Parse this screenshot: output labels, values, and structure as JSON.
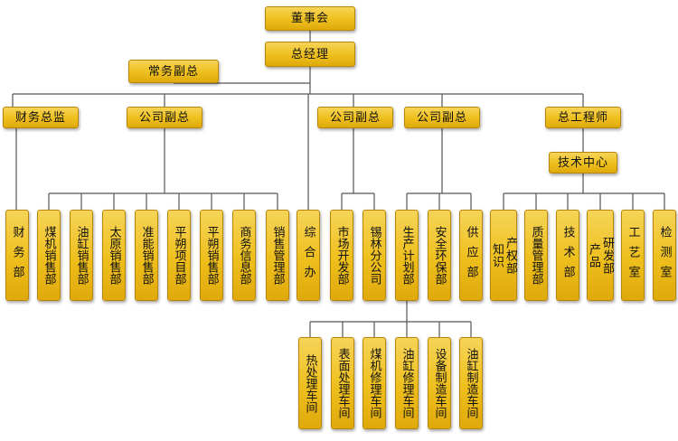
{
  "top": {
    "board": "董事会",
    "gm": "总经理",
    "exec_vp": "常务副总"
  },
  "level2": {
    "cfo": "财务总监",
    "vp1": "公司副总",
    "vp2": "公司副总",
    "vp3": "公司副总",
    "chief_engineer": "总工程师",
    "tech_center": "技术中心"
  },
  "departments": {
    "finance": "财务部",
    "coal_sales": "煤机销售部",
    "cylinder_sales": "油缸销售部",
    "taiyuan_sales": "太原销售部",
    "zhunneng_sales": "准能销售部",
    "pingshuo_project": "平朔项目部",
    "pingshuo_sales": "平朔销售部",
    "business_info": "商务信息部",
    "sales_mgmt": "销售管理部",
    "general_office": "综合办",
    "market_dev": "市场开发部",
    "xilin_branch": "锡林分公司",
    "production_plan": "生产计划部",
    "safety_env": "安全环保部",
    "supply": "供应部",
    "ip_dept": {
      "col1": "知识",
      "col2": "产权部"
    },
    "quality_mgmt": "质量管理部",
    "tech_dept": "技术部",
    "rnd_dept": {
      "col1": "产品",
      "col2": "研发部"
    },
    "process_room": "工艺室",
    "testing_room": "检测室"
  },
  "workshops": {
    "heat_treatment": "热处理车间",
    "surface_treatment": "表面处理车间",
    "coal_repair": "煤机修理车间",
    "cylinder_repair": "油缸修理车间",
    "equipment_mfg": "设备制造车间",
    "cylinder_mfg": "油缸制造车间"
  }
}
